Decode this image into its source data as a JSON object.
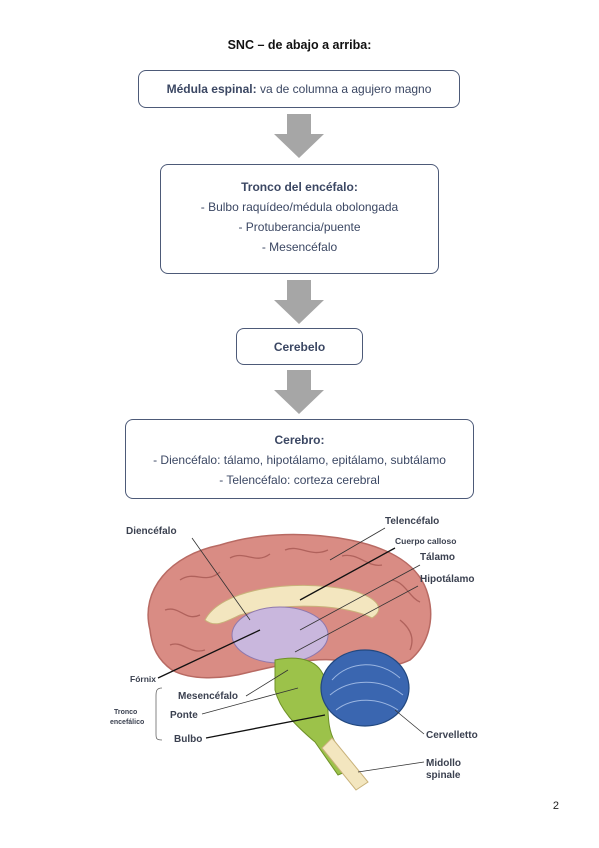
{
  "title": "SNC – de abajo a arriba:",
  "boxes": {
    "medula": {
      "label": "Médula espinal:",
      "text": " va de columna a agujero magno"
    },
    "tronco": {
      "head": "Tronco del encéfalo:",
      "items": [
        "- Bulbo raquídeo/médula obolongada",
        "- Protuberancia/puente",
        "- Mesencéfalo"
      ]
    },
    "cerebelo": {
      "label": "Cerebelo"
    },
    "cerebro": {
      "head": "Cerebro:",
      "items": [
        "- Diencéfalo: tálamo, hipotálamo, epitálamo, subtálamo",
        "- Telencéfalo: corteza cerebral"
      ]
    }
  },
  "figure_labels": {
    "diencefalo": "Diencéfalo",
    "telencefalo": "Telencéfalo",
    "cuerpo_calloso": "Cuerpo calloso",
    "talamo": "Tálamo",
    "hipotalamo": "Hipotálamo",
    "fornix": "Fórnix",
    "mesencefalo": "Mesencéfalo",
    "tronco_line1": "Tronco",
    "tronco_line2": "encefálico",
    "ponte": "Ponte",
    "bulbo": "Bulbo",
    "cervelletto": "Cervelletto",
    "midollo_line1": "Midollo",
    "midollo_line2": "spinale"
  },
  "page_number": "2",
  "colors": {
    "box_border": "#4d5a78",
    "arrow": "#a6a6a6",
    "cortex": "#d98c84",
    "cerebellum": "#3a66b0",
    "brainstem": "#9cc24a",
    "diencephalon": "#c9b7dd"
  }
}
